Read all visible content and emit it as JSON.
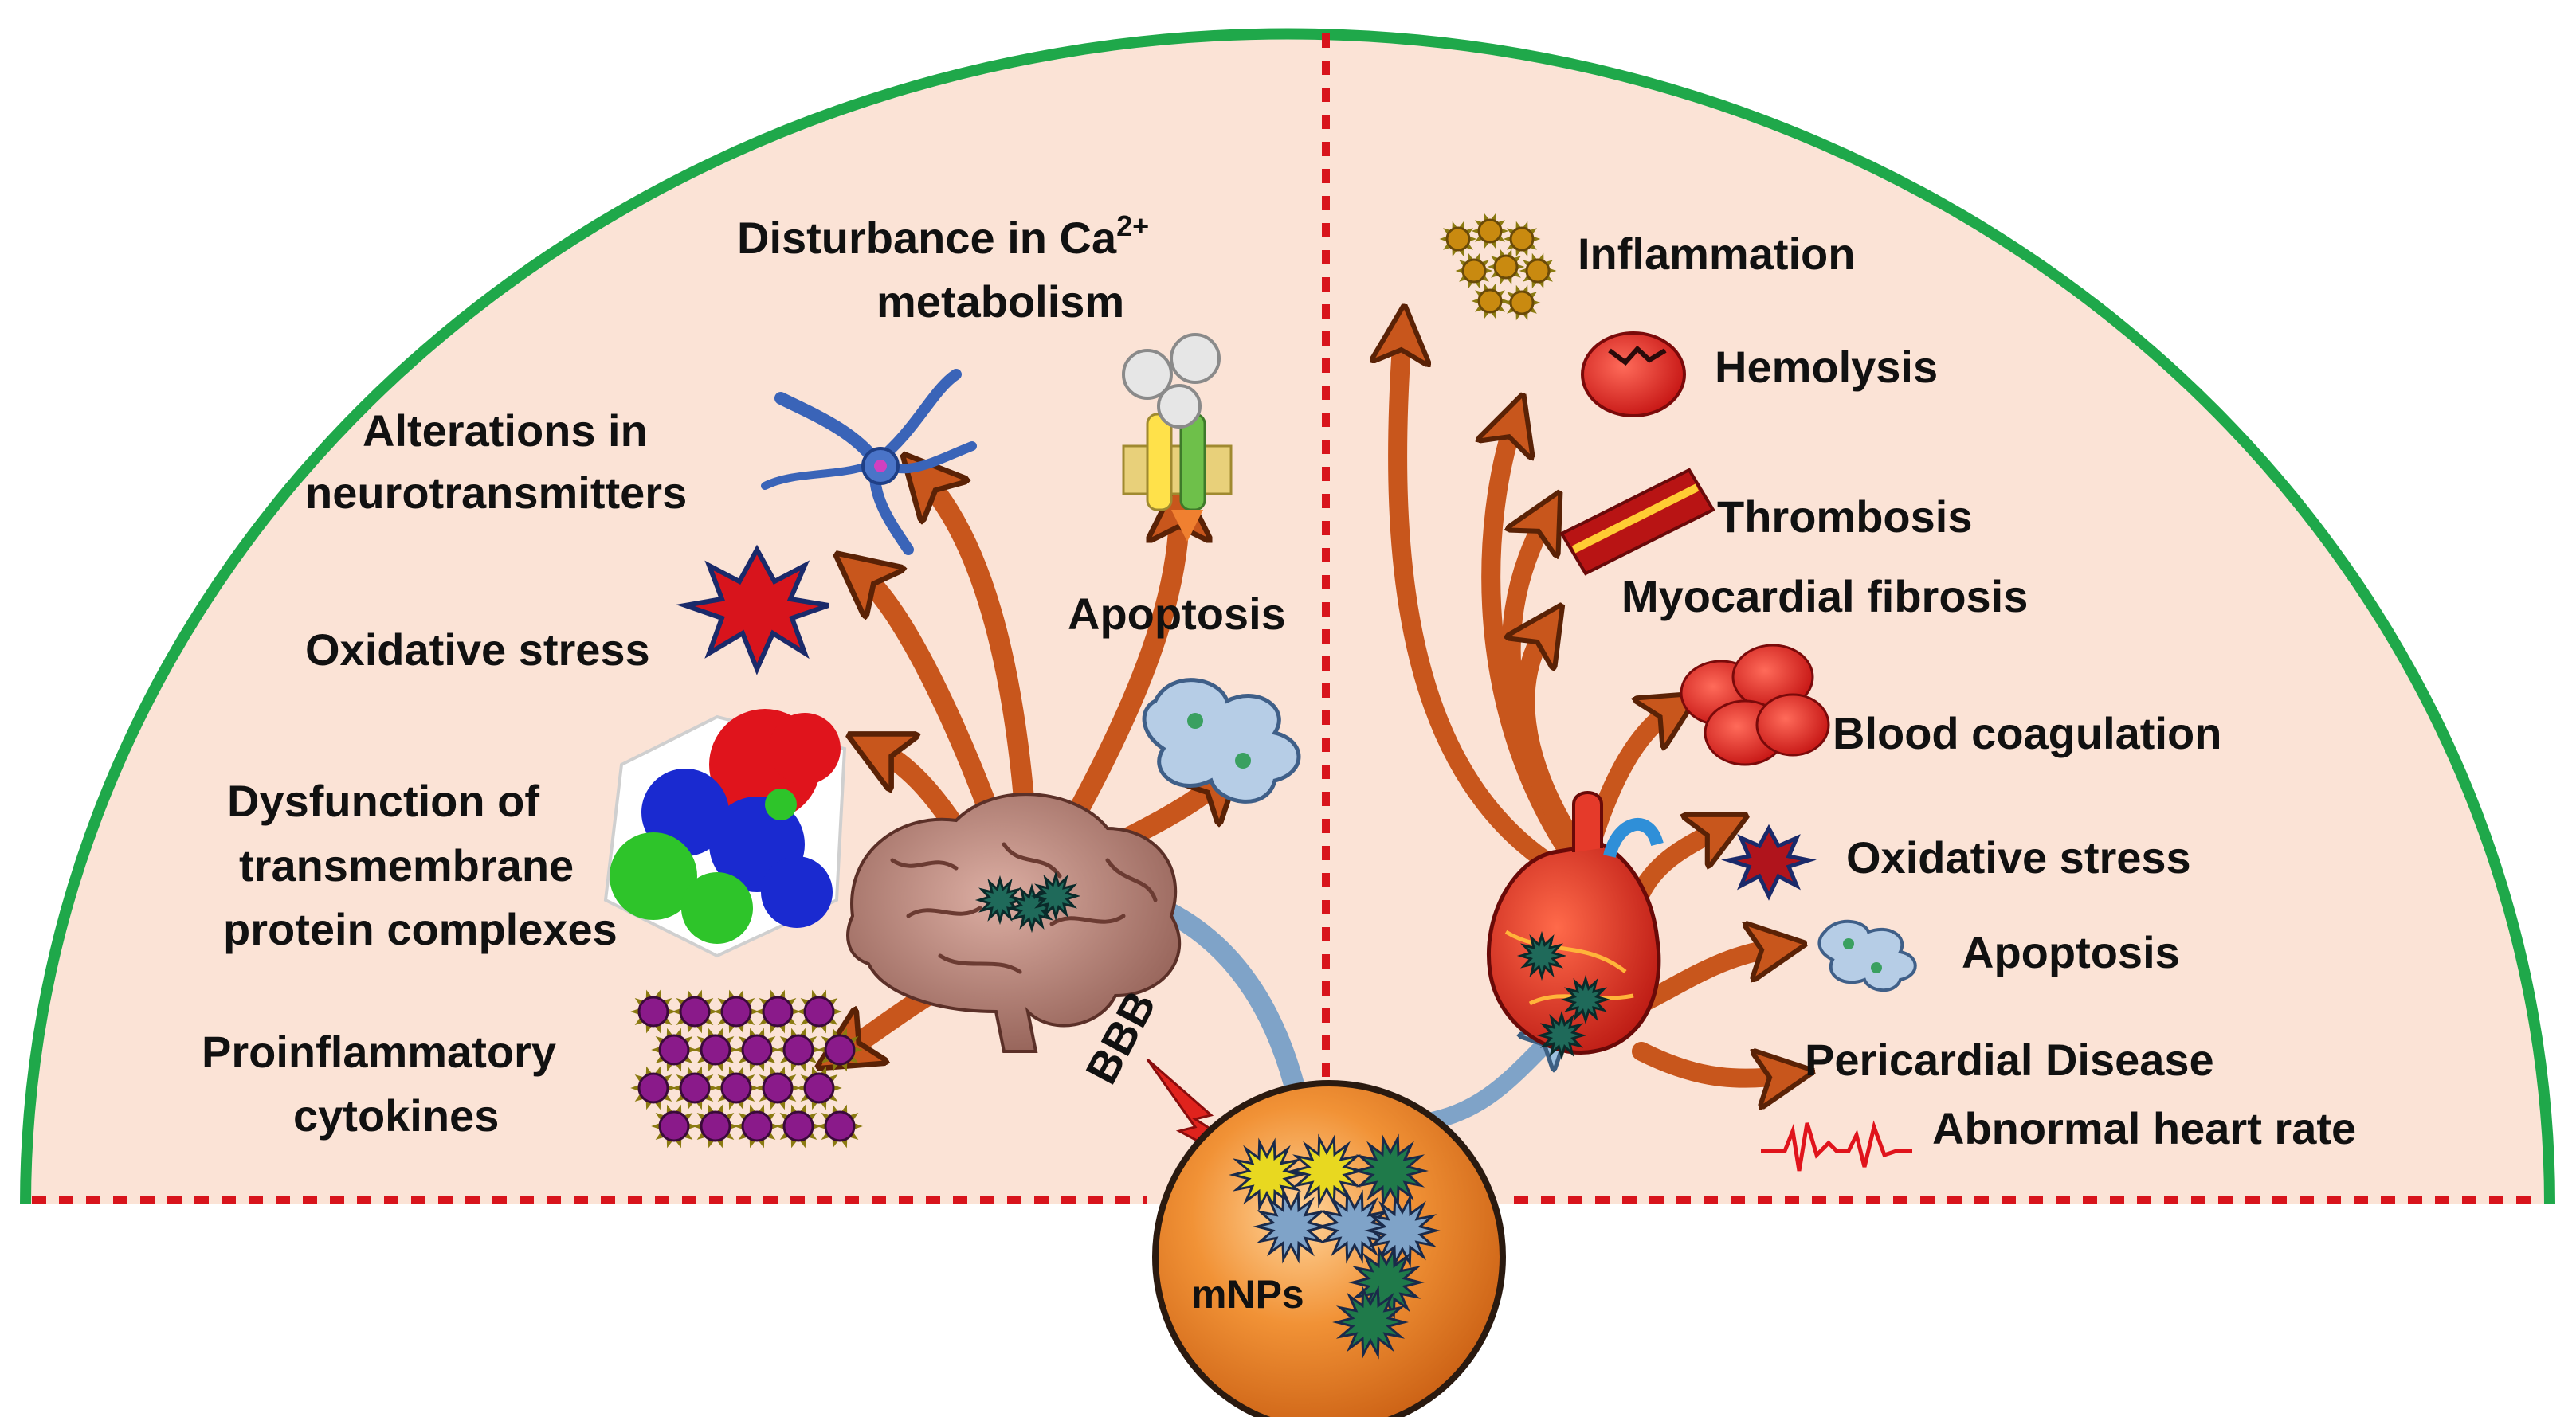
{
  "colors": {
    "background_fill": "#fbe3d6",
    "outline": "#1fa84a",
    "divider": "#d8141c",
    "arrow": "#c8561c",
    "arrow_edge": "#6b2a08",
    "sphere": "#ee7d22",
    "brain": "#b27c70",
    "heart": "#e2261e",
    "bbb_arrow": "#7fa3c8"
  },
  "icons": [
    "brain-icon",
    "heart-icon",
    "nanoparticle-cluster-icon",
    "cytokine-cluster-icon",
    "protein-complex-icon",
    "star-burst-icon",
    "neuron-icon",
    "ion-channel-icon",
    "apoptotic-cell-icon",
    "red-blood-cell-icon",
    "blood-vessel-icon",
    "ecg-trace-icon"
  ],
  "diagram": {
    "center_label": "mNPs",
    "barrier_label": "BBB",
    "brain_effects": {
      "calcium_line1": "Disturbance in Ca",
      "calcium_sup": "2+",
      "calcium_line2": "metabolism",
      "neuro_line1": "Alterations in",
      "neuro_line2": "neurotransmitters",
      "oxidative": "Oxidative stress",
      "apoptosis": "Apoptosis",
      "dys_line1": "Dysfunction of",
      "dys_line2": "transmembrane",
      "dys_line3": "protein complexes",
      "pro_line1": "Proinflammatory",
      "pro_line2": "cytokines"
    },
    "heart_effects": {
      "inflammation": "Inflammation",
      "hemolysis": "Hemolysis",
      "thrombosis": "Thrombosis",
      "myocardial": "Myocardial fibrosis",
      "coagulation": "Blood coagulation",
      "oxidative": "Oxidative stress",
      "apoptosis": "Apoptosis",
      "pericardial": "Pericardial Disease",
      "heart_rate": "Abnormal heart rate"
    }
  }
}
